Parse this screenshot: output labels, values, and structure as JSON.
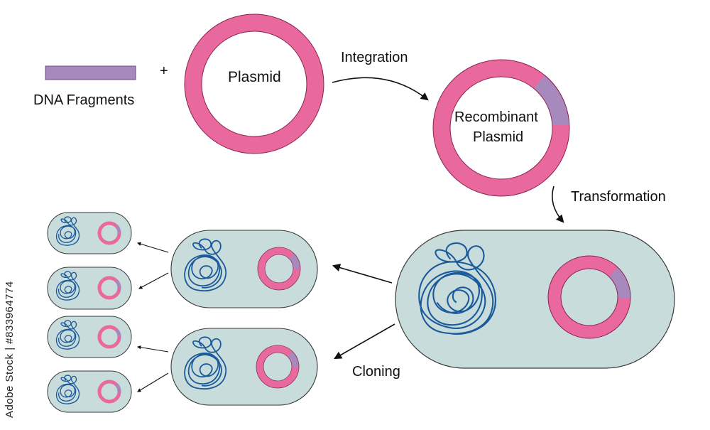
{
  "labels": {
    "dna_fragments": "DNA Fragments",
    "plus": "+",
    "plasmid": "Plasmid",
    "integration": "Integration",
    "recombinant_line1": "Recombinant",
    "recombinant_line2": "Plasmid",
    "transformation": "Transformation",
    "cloning": "Cloning"
  },
  "credit": "Adobe Stock | #833964774",
  "colors": {
    "plasmid_ring": "#e9689d",
    "insert": "#a889bd",
    "cell_fill": "#c9dcdc",
    "cell_stroke": "#3a3a3a",
    "chromosome": "#1a5a9a",
    "arrow": "#111111"
  },
  "icons": {
    "chromosome": "tangled-dna-icon",
    "plasmid": "ring-icon"
  }
}
